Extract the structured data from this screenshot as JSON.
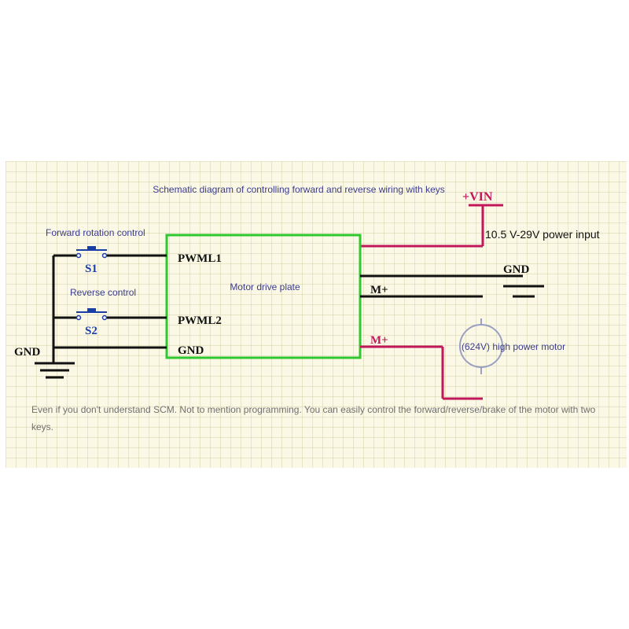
{
  "title": "Schematic diagram of controlling forward and reverse wiring with keys",
  "vin_label": "+VIN",
  "power_input": "10.5 V-29V power input",
  "forward_control": "Forward rotation control",
  "reverse_control": "Reverse control",
  "s1": "S1",
  "s2": "S2",
  "board_label": "Motor drive plate",
  "pin_pwml1": "PWML1",
  "pin_pwml2": "PWML2",
  "pin_gnd": "GND",
  "gnd_left": "GND",
  "gnd_right": "GND",
  "m_plus_1": "M+",
  "m_plus_2": "M+",
  "motor_label": "(624V) high power motor",
  "footer": "Even if you don't understand SCM. Not to mention programming. You can easily control the forward/reverse/brake of the motor with two keys.",
  "colors": {
    "grid_bg": "#fbf9e6",
    "grid_line": "#d4d0a8",
    "board": "#2fc82f",
    "wire_black": "#111111",
    "wire_red": "#c2185b",
    "switch_blue": "#1a3ea8",
    "label_blue": "#3b3b8f",
    "caption_gray": "#707070"
  }
}
